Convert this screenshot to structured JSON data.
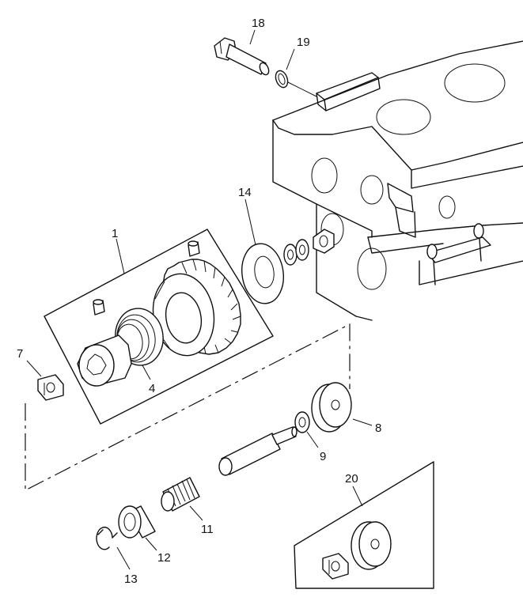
{
  "callouts": {
    "c1": "1",
    "c4": "4",
    "c7": "7",
    "c8": "8",
    "c9": "9",
    "c11": "11",
    "c12": "12",
    "c13": "13",
    "c14": "14",
    "c18": "18",
    "c19": "19",
    "c20": "20"
  }
}
